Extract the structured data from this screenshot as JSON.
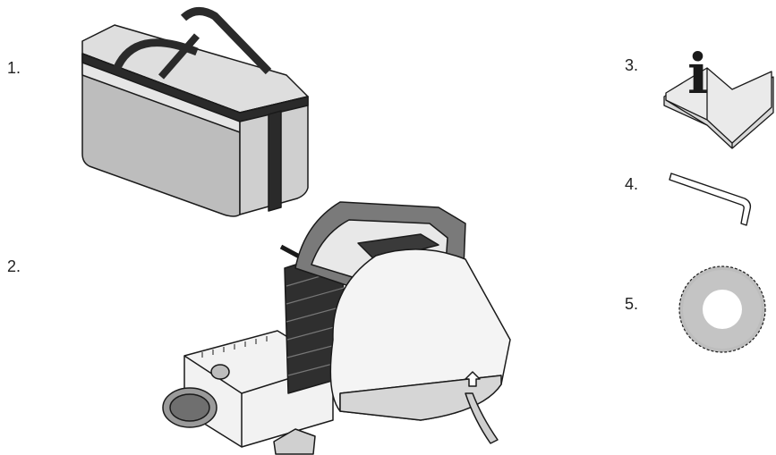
{
  "items": [
    {
      "number": "1.",
      "icon": "carrying-bag"
    },
    {
      "number": "2.",
      "icon": "saw-machine"
    },
    {
      "number": "3.",
      "icon": "manual-book"
    },
    {
      "number": "4.",
      "icon": "hex-key"
    },
    {
      "number": "5.",
      "icon": "saw-blade"
    }
  ],
  "manual_symbol": "i",
  "colors": {
    "outline": "#1a1a1a",
    "light_gray": "#e6e6e6",
    "mid_gray": "#b5b5b5",
    "dark_band": "#2a2a2a"
  }
}
